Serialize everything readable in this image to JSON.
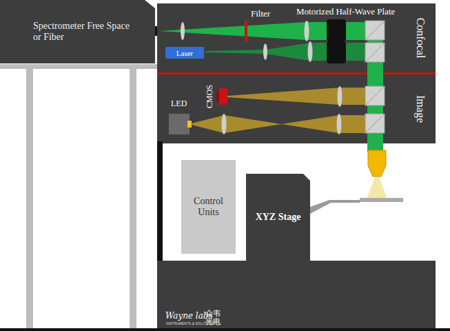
{
  "diagram": {
    "nodes": [
      {
        "text": [
          "Spectrometer Free Space or Fiber"
        ]
      },
      {
        "text": [
          "Confocal"
        ]
      },
      {
        "text": [
          "Laser"
        ],
        "in": 1
      },
      {
        "text": [
          "Image"
        ]
      },
      {
        "text": [
          "LED"
        ],
        "in": 3
      },
      {
        "text": [
          "CMOS"
        ],
        "in": 3
      },
      {
        "text": [
          "Control Units"
        ]
      },
      {
        "text": [
          "XYZ Stage"
        ]
      }
    ],
    "labels": [
      "Filter",
      "Motorized Half-Wave Plate",
      "Wayne labs",
      "INSTRUMENTS & SOLUTIONS",
      "众韦 光电"
    ]
  }
}
